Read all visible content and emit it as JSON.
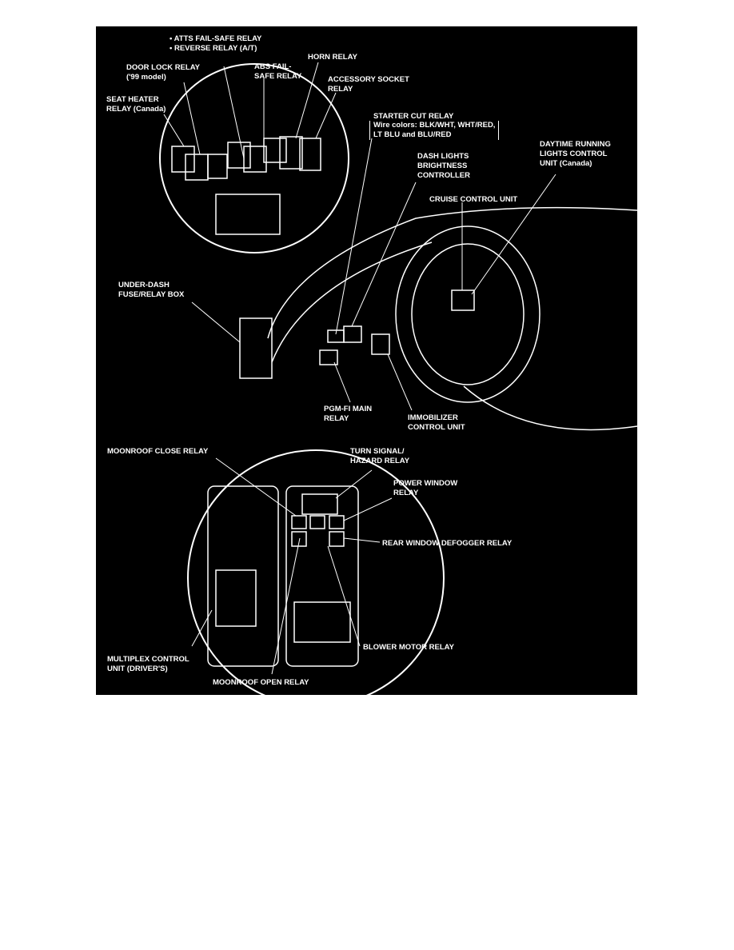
{
  "colors": {
    "background": "#000000",
    "ink": "#ffffff",
    "page": "#ffffff"
  },
  "labels": {
    "atts_relay": "• ATTS FAIL-SAFE RELAY",
    "reverse_relay": "• REVERSE RELAY (A/T)",
    "door_lock_1": "DOOR LOCK RELAY",
    "door_lock_2": "('99 model)",
    "abs_1": "ABS FAIL-",
    "abs_2": "SAFE RELAY",
    "horn": "HORN RELAY",
    "accessory_1": "ACCESSORY SOCKET",
    "accessory_2": "RELAY",
    "seat_heater_1": "SEAT HEATER",
    "seat_heater_2": "RELAY (Canada)",
    "starter_cut": "STARTER CUT RELAY",
    "wire_colors_1": "Wire colors: BLK/WHT, WHT/RED,",
    "wire_colors_2": "LT BLU and BLU/RED",
    "drl_1": "DAYTIME RUNNING",
    "drl_2": "LIGHTS CONTROL",
    "drl_3": "UNIT (Canada)",
    "dash_1": "DASH LIGHTS",
    "dash_2": "BRIGHTNESS",
    "dash_3": "CONTROLLER",
    "cruise": "CRUISE CONTROL UNIT",
    "underdash_1": "UNDER-DASH",
    "underdash_2": "FUSE/RELAY BOX",
    "pgm_1": "PGM-FI MAIN",
    "pgm_2": "RELAY",
    "immob_1": "IMMOBILIZER",
    "immob_2": "CONTROL UNIT",
    "moonroof_close": "MOONROOF CLOSE RELAY",
    "turn_1": "TURN SIGNAL/",
    "turn_2": "HAZARD RELAY",
    "power_window_1": "POWER WINDOW",
    "power_window_2": "RELAY",
    "rear_defogger": "REAR WINDOW DEFOGGER RELAY",
    "blower": "BLOWER MOTOR RELAY",
    "multiplex_1": "MULTIPLEX CONTROL",
    "multiplex_2": "UNIT (DRIVER'S)",
    "moonroof_open": "MOONROOF OPEN RELAY"
  }
}
